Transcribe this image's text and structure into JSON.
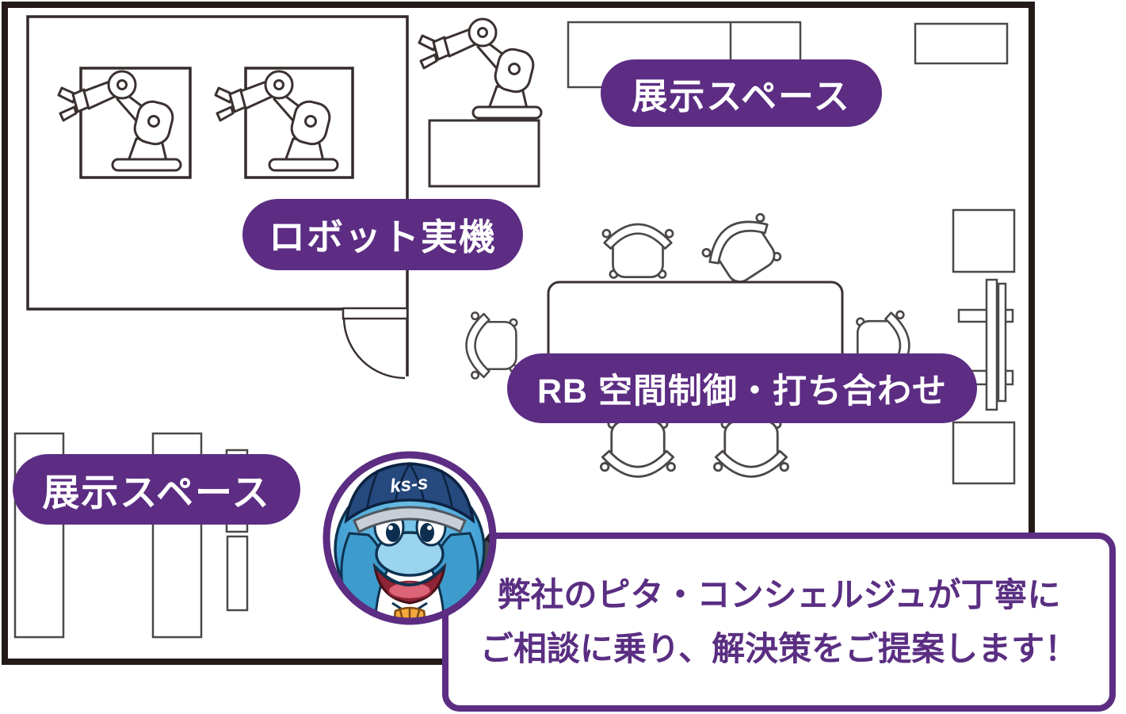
{
  "colors": {
    "accent_purple": "#5c2d83",
    "outer_wall": "#241b19",
    "inner_wall": "#332a2a",
    "furniture_line": "#4c4848",
    "message_text": "#5a2e82"
  },
  "plan": {
    "labels": {
      "exhibit_top": "展示スペース",
      "robot_room": "ロボット実機",
      "meeting_space": "RB 空間制御・打ち合わせ",
      "exhibit_bottom": "展示スペース"
    }
  },
  "mascot": {
    "cap_text": "ks-s"
  },
  "message": {
    "line1": "弊社のピタ・コンシェルジュが丁寧に",
    "line2": "ご相談に乗り、解決策をご提案します！"
  }
}
